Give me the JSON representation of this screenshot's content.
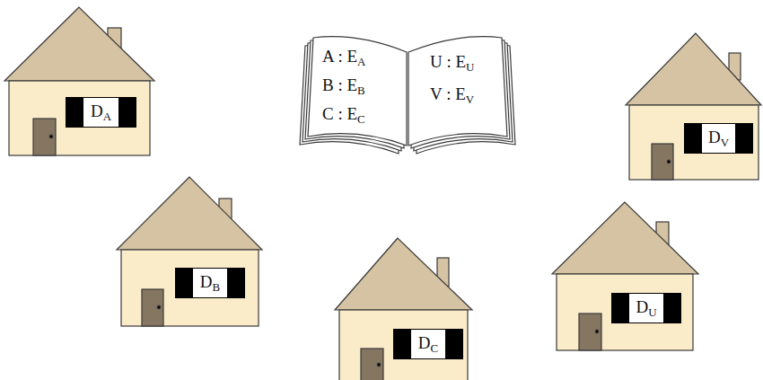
{
  "diagram": {
    "nodes": [
      {
        "text": [
          "DA"
        ]
      },
      {
        "text": [
          "A : EA",
          "B : EB",
          "C : EC"
        ]
      },
      {
        "text": [
          "U : EU",
          "V : EV"
        ]
      },
      {
        "text": [
          "DV"
        ]
      },
      {
        "text": [
          "DB"
        ]
      },
      {
        "text": [
          "DU"
        ]
      },
      {
        "text": [
          "DC"
        ]
      }
    ]
  }
}
